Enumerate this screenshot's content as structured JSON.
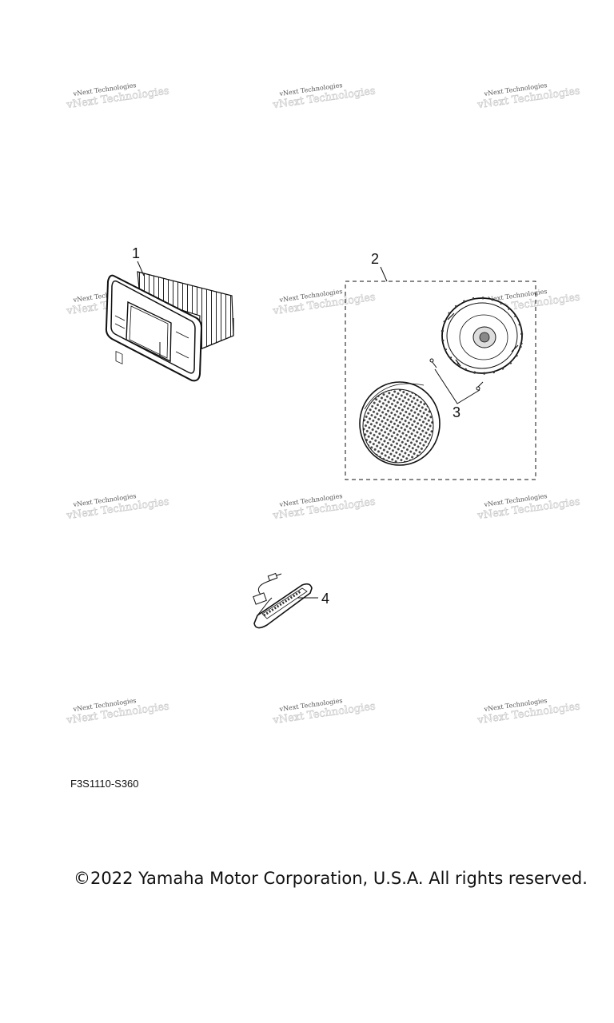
{
  "watermark_text": "vNext Technologies",
  "callouts": {
    "c1": "1",
    "c2": "2",
    "c3": "3",
    "c4": "4"
  },
  "diagram_code": "F3S1110-S360",
  "copyright": "©2022 Yamaha Motor Corporation, U.S.A. All rights reserved."
}
